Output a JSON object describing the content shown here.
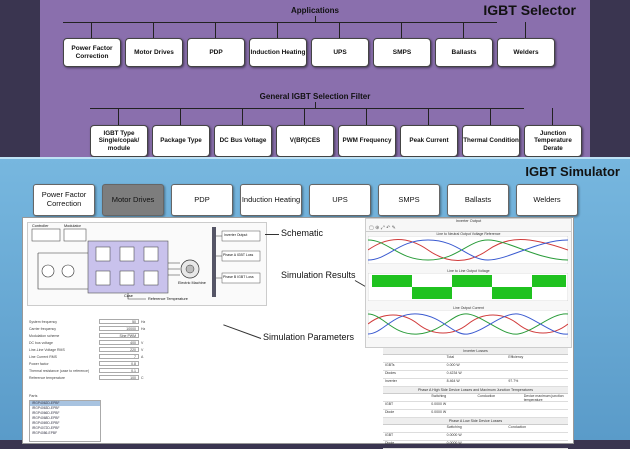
{
  "selector": {
    "title": "IGBT Selector",
    "applications_header": "Applications",
    "applications": [
      "Power Factor Correction",
      "Motor Drives",
      "PDP",
      "Induction Heating",
      "UPS",
      "SMPS",
      "Ballasts",
      "Welders"
    ],
    "filter_header": "General IGBT Selection Filter",
    "filters": [
      "IGBT Type Single/copak/ module",
      "Package Type",
      "DC Bus Voltage",
      "V(BR)CES",
      "PWM Frequency",
      "Peak Current",
      "Thermal Condition",
      "Junction Temperature Derate"
    ]
  },
  "simulator": {
    "title": "IGBT Simulator",
    "tabs": [
      "Power Factor Correction",
      "Motor Drives",
      "PDP",
      "Induction Heating",
      "UPS",
      "SMPS",
      "Ballasts",
      "Welders"
    ],
    "active_tab": "Motor Drives",
    "labels": {
      "schematic": "Schematic",
      "results": "Simulation Results",
      "parameters": "Simulation Parameters"
    },
    "schematic": {
      "controller": "Controller",
      "modulator": "Modulator",
      "machine": "Electric Machine",
      "case": "Case",
      "ref_temp": "Reference Temperature",
      "inverter_output": "Inverter Output",
      "phase_a_loss": "Phase A IGBT Loss",
      "phase_b_loss": "Phase B IGBT Loss"
    },
    "results": {
      "header": "Inverter Output",
      "plot1": "Line to Neutral Output Voltage Reference",
      "plot2": "Line to Line Output Voltage",
      "plot3": "Line Output Current"
    },
    "params": [
      {
        "k": "System frequency",
        "v": "50",
        "u": "Hz"
      },
      {
        "k": "Carrier frequency",
        "v": "10000",
        "u": "Hz"
      },
      {
        "k": "Modulation scheme",
        "v": "Sine PWM",
        "u": ""
      },
      {
        "k": "DC bus voltage",
        "v": "400",
        "u": "V"
      },
      {
        "k": "Line-Line Voltage RMS",
        "v": "220",
        "u": "V"
      },
      {
        "k": "Line Current RMS",
        "v": "7",
        "u": "A"
      },
      {
        "k": "Power factor",
        "v": "0.8",
        "u": ""
      },
      {
        "k": "Thermal resistance (case to reference)",
        "v": "0.1",
        "u": ""
      },
      {
        "k": "Reference temperature",
        "v": "100",
        "u": "C"
      }
    ],
    "parts_label": "Parts",
    "parts": [
      "IRGP4062D-EPBF",
      "IRGP4063D-EPBF",
      "IRGP4066D-EPBF",
      "IRGP4068D-EPBF",
      "IRGP4069D-EPBF",
      "IRGP4072D-EPBF",
      "IRGP4086-EPBF"
    ],
    "tables": [
      {
        "title": "Inverter Losses",
        "cols": [
          "",
          "Total",
          "Efficiency"
        ],
        "rows": [
          [
            "IGBTs",
            "0.000 W",
            ""
          ],
          [
            "Diodes",
            "0.4234 W",
            ""
          ],
          [
            "Inverter",
            "8.464 W",
            "97.7%"
          ]
        ]
      },
      {
        "title": "Phase A High Side Device Losses and Maximum Junction Temperatures",
        "cols": [
          "",
          "Switching",
          "Conduction",
          "Device maximum junction temperature"
        ],
        "rows": [
          [
            "IGBT",
            "0.0000 W",
            "",
            ""
          ],
          [
            "Diode",
            "0.0000 W",
            "",
            ""
          ]
        ]
      },
      {
        "title": "Phase A Low Side Device Losses",
        "cols": [
          "",
          "Switching",
          "Conduction"
        ],
        "rows": [
          [
            "IGBT",
            "0.0000 W",
            ""
          ],
          [
            "Diode",
            "0.0000 W",
            ""
          ]
        ]
      }
    ]
  }
}
